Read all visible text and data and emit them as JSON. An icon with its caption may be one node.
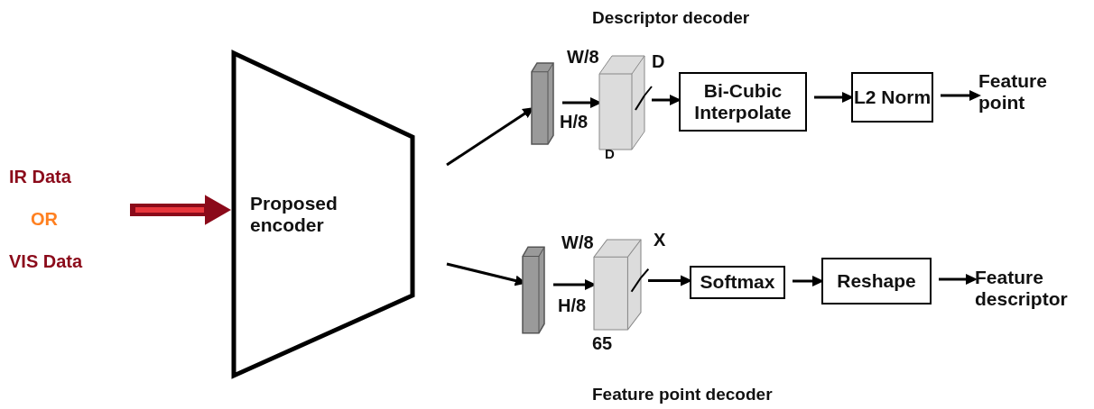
{
  "diagram": {
    "nodes": [
      {
        "text": [
          "IR Data",
          "OR",
          "VIS Data"
        ]
      },
      {
        "text": [
          "Proposed encoder"
        ]
      },
      {
        "text": [],
        "shape": "box"
      },
      {
        "text": [],
        "shape": "box"
      },
      {
        "text": [
          "Bi-Cubic Interpolate"
        ]
      },
      {
        "text": [
          "L2 Norm"
        ]
      },
      {
        "text": [
          "Feature point"
        ]
      },
      {
        "text": [],
        "shape": "box"
      },
      {
        "text": [],
        "shape": "box"
      },
      {
        "text": [
          "Softmax"
        ]
      },
      {
        "text": [
          "Reshape"
        ]
      },
      {
        "text": [
          "Feature descriptor"
        ]
      }
    ],
    "edges": [
      {
        "from": 0,
        "to": 1,
        "arrow": "to",
        "style": "thick",
        "color": "#8b0a1a"
      },
      {
        "from": 1,
        "to": 2,
        "arrow": "to"
      },
      {
        "from": 2,
        "to": 3,
        "arrow": "to"
      },
      {
        "from": 3,
        "to": 4,
        "arrow": "to"
      },
      {
        "from": 4,
        "to": 5,
        "arrow": "to"
      },
      {
        "from": 5,
        "to": 6,
        "arrow": "to"
      },
      {
        "from": 1,
        "to": 7,
        "arrow": "to"
      },
      {
        "from": 7,
        "to": 8,
        "arrow": "to"
      },
      {
        "from": 8,
        "to": 9,
        "arrow": "to"
      },
      {
        "from": 9,
        "to": 10,
        "arrow": "to"
      },
      {
        "from": 10,
        "to": 11,
        "arrow": "to"
      }
    ],
    "labels": [
      "Descriptor decoder",
      "W/8",
      "D",
      "H/8",
      "D",
      "W/8",
      "X",
      "H/8",
      "65",
      "Feature point decoder"
    ]
  }
}
